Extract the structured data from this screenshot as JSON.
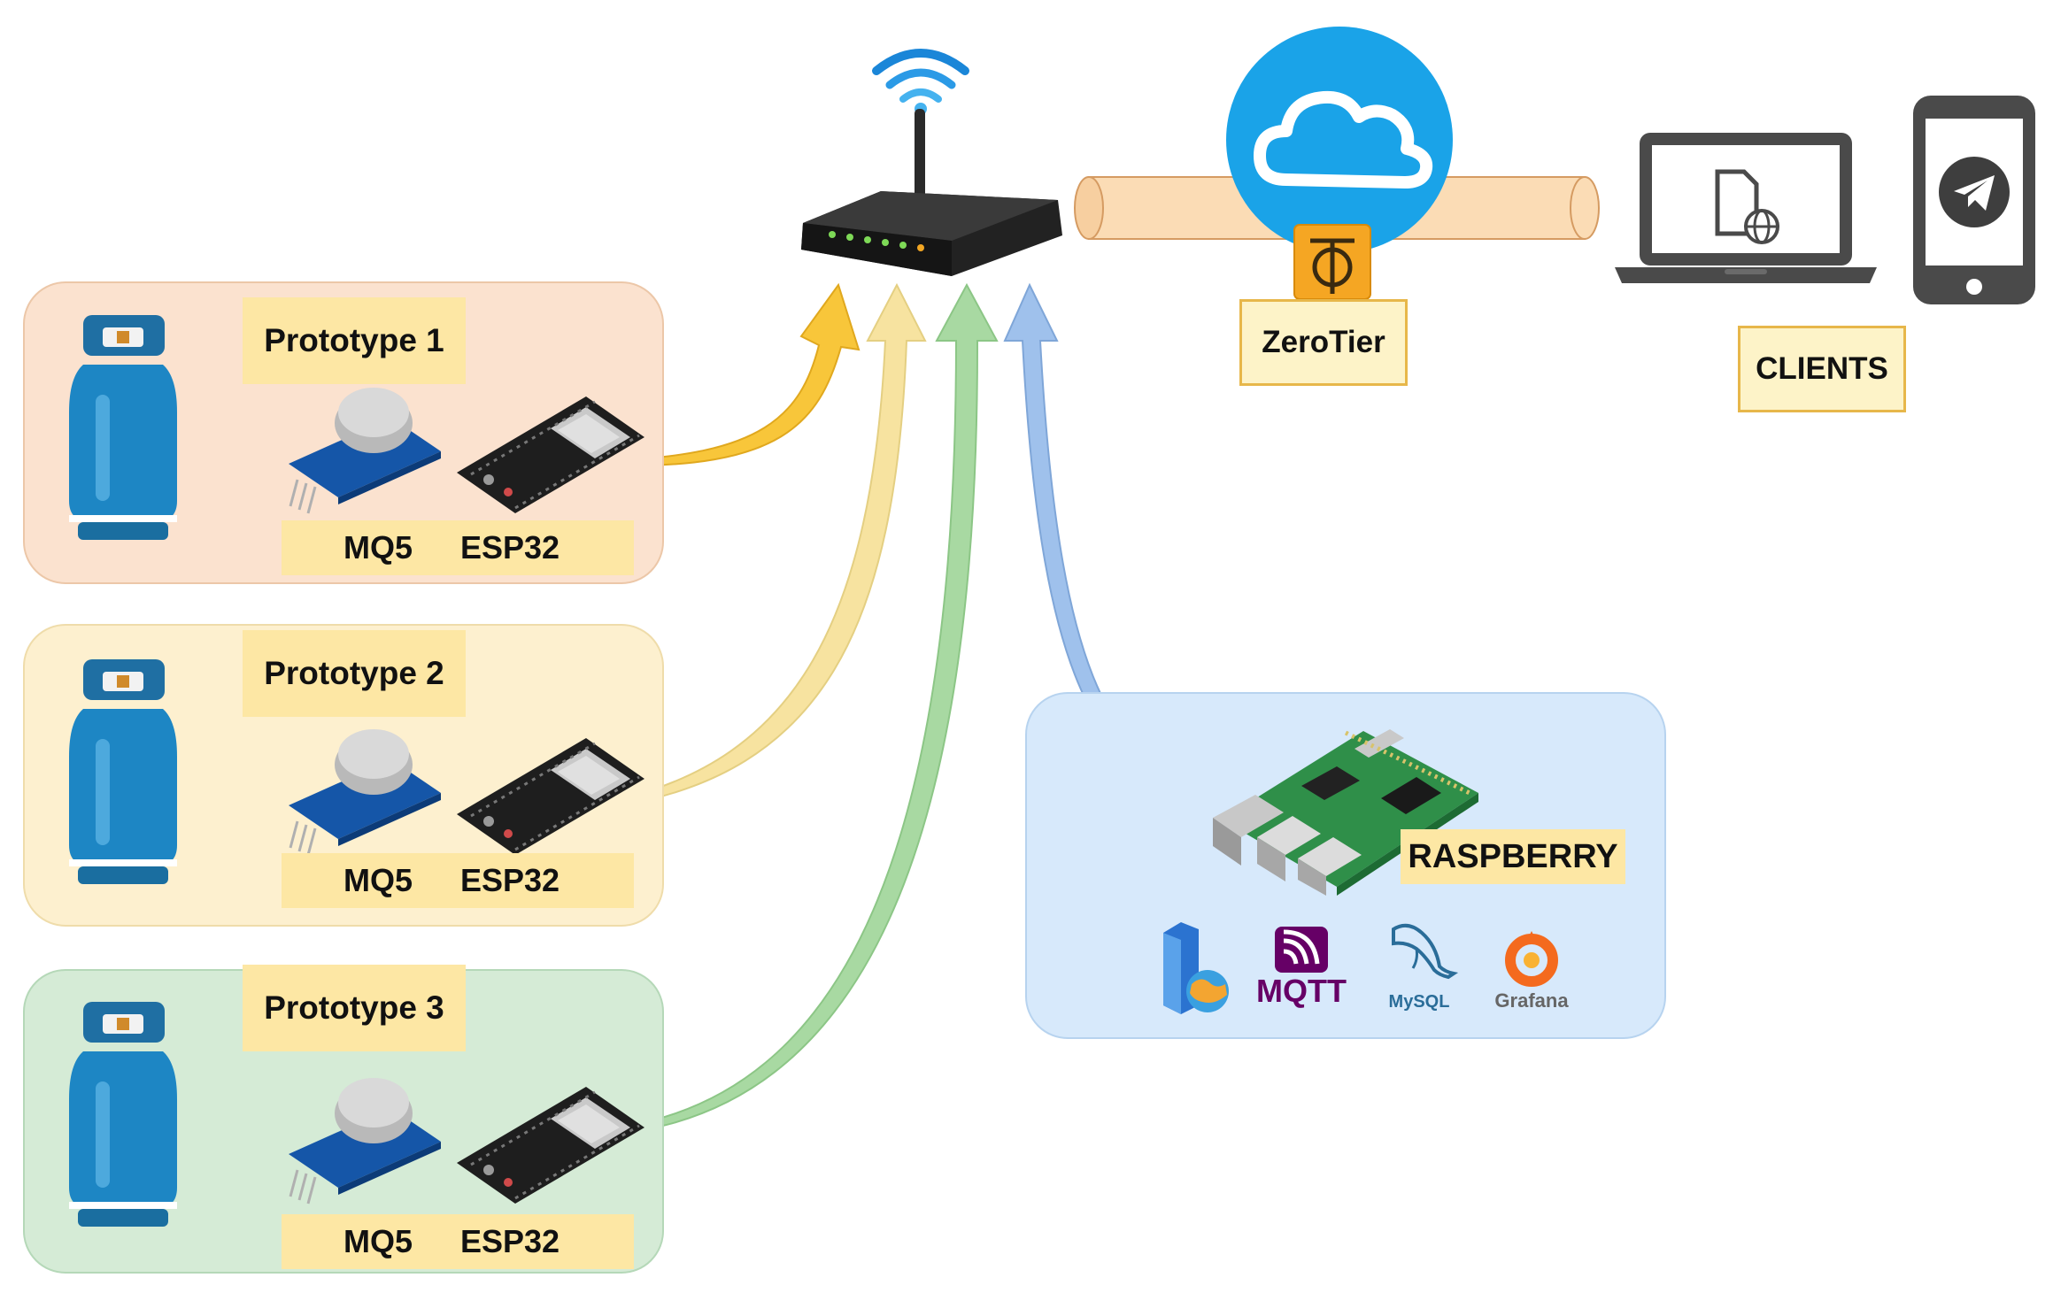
{
  "prototypes": [
    {
      "label": "Prototype 1",
      "sensor": "MQ5",
      "board": "ESP32",
      "panel_color": "#fbe2cf",
      "arrow_color": "#f8c63a"
    },
    {
      "label": "Prototype 2",
      "sensor": "MQ5",
      "board": "ESP32",
      "panel_color": "#fdf0cf",
      "arrow_color": "#f7e3a0"
    },
    {
      "label": "Prototype 3",
      "sensor": "MQ5",
      "board": "ESP32",
      "panel_color": "#d5ebd6",
      "arrow_color": "#a8d9a2"
    }
  ],
  "network": {
    "router_icon": "wifi-router-icon",
    "cloud_icon": "cloud-icon",
    "vpn_label": "ZeroTier",
    "clients_label": "CLIENTS",
    "client_icons": [
      "laptop-web-icon",
      "smartphone-telegram-icon"
    ]
  },
  "server": {
    "label": "RASPBERRY",
    "panel_color": "#d7e9fb",
    "arrow_color": "#9fc1ec",
    "services": [
      {
        "icon": "web-server-icon",
        "label": ""
      },
      {
        "icon": "mqtt-icon",
        "label": "MQTT"
      },
      {
        "icon": "mysql-icon",
        "label": "MySQL"
      },
      {
        "icon": "grafana-icon",
        "label": "Grafana"
      }
    ]
  }
}
